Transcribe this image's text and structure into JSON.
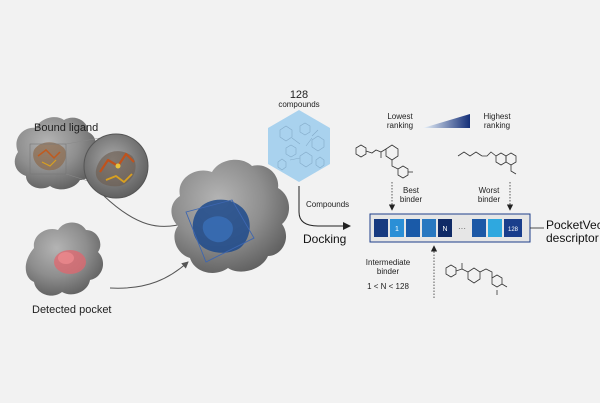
{
  "labels": {
    "bound_ligand": "Bound ligand",
    "detected_pocket": "Detected pocket",
    "compounds_count": "128",
    "compounds_word": "compounds",
    "compounds_arrow": "Compounds",
    "docking": "Docking",
    "lowest_ranking": "Lowest\nranking",
    "highest_ranking": "Highest\nranking",
    "best_binder": "Best\nbinder",
    "worst_binder": "Worst\nbinder",
    "intermediate_binder": "Intermediate\nbinder",
    "intermediate_range": "1 < N < 128",
    "descriptor": "PocketVec\ndescriptor"
  },
  "vector": {
    "first_cell": "1",
    "middle_cell": "N",
    "ellipsis": "···",
    "last_cell": "128"
  },
  "colors": {
    "background": "#f2f2f2",
    "protein": "#8a8a8a",
    "pocket_highlight": "#e0666e",
    "docked_region": "#1d4a8c",
    "compound_library": "#a9d2ee",
    "vector_border": "#1e3f8a",
    "vector_cells": [
      "#173a80",
      "#2b8fd6",
      "#1a5aa8",
      "#2878c0",
      "#0f2a66",
      "#1c58a6",
      "#2fa8df",
      "#1a3e8c"
    ]
  }
}
